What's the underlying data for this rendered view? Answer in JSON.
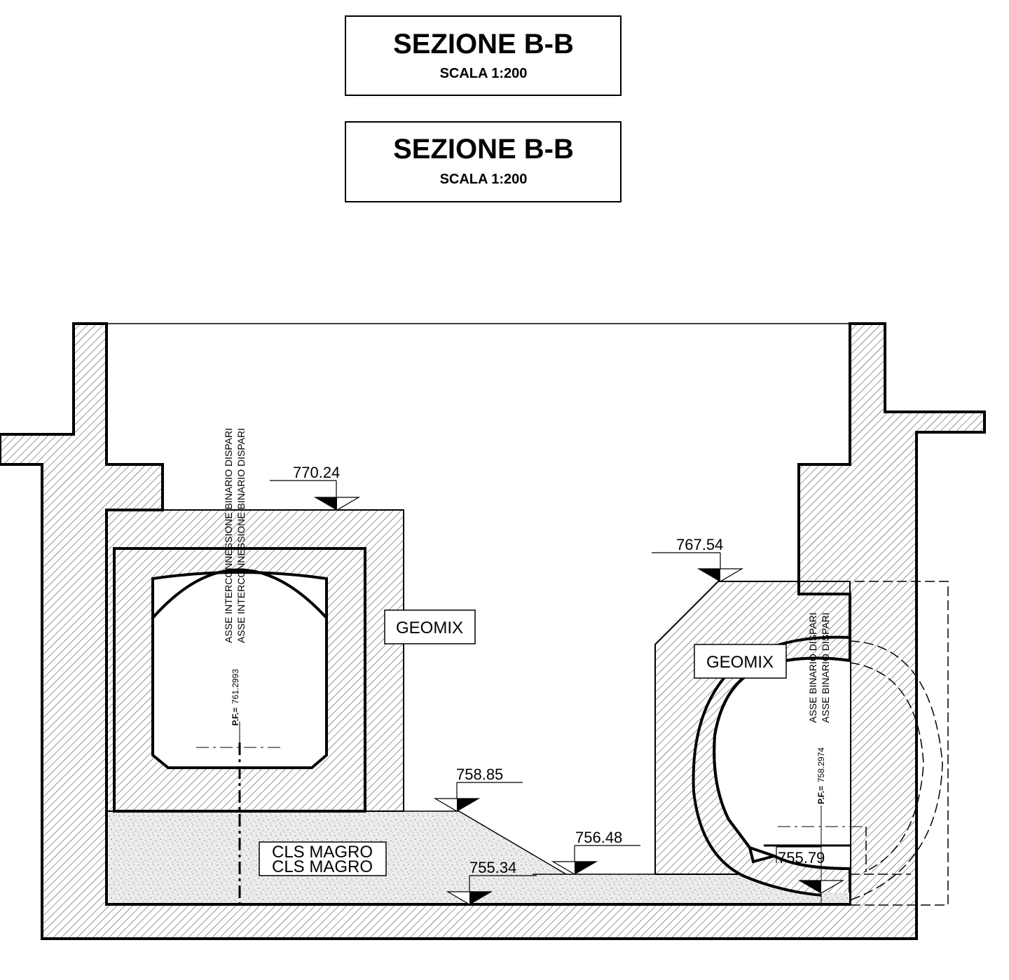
{
  "title_blocks": [
    {
      "title": "SEZIONE B-B",
      "scale": "SCALA 1:200"
    },
    {
      "title": "SEZIONE B-B",
      "scale": "SCALA 1:200"
    }
  ],
  "elevations": {
    "top_left": "770.24",
    "top_right": "767.54",
    "slope_top": "758.85",
    "slope_bottom": "756.48",
    "floor": "755.34",
    "right_invert": "755.79"
  },
  "labels": {
    "geomix_left": "GEOMIX",
    "geomix_right": "GEOMIX",
    "cls_magro_1": "CLS MAGRO",
    "cls_magro_2": "CLS MAGRO"
  },
  "axes": {
    "left_axis_1": "ASSE INTERCONNESSIONE BINARIO DISPARI",
    "left_axis_2": "ASSE INTERCONNESSIONE BINARIO DISPARI",
    "right_axis_1": "ASSE BINARIO DISPARI",
    "right_axis_2": "ASSE BINARIO DISPARI",
    "left_pf_label": "P.F.=",
    "left_pf_value": "761.2993",
    "right_pf_label": "P.F.=",
    "right_pf_value": "758.2974"
  },
  "colors": {
    "line": "#000000",
    "hatch": "#000000",
    "fill_magro": "#e6e6e6"
  }
}
